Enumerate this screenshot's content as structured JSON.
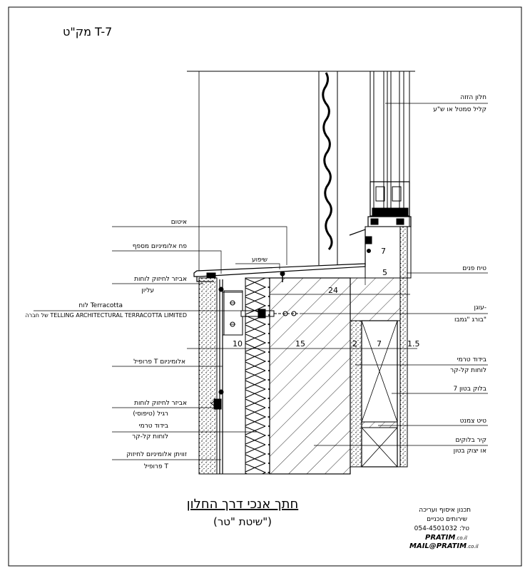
{
  "sheet": {
    "code": "מק\"ט  T-7",
    "title": "חתך אנכי דרך החלון",
    "subtitle": "(שיטת \"טר\")",
    "credit": {
      "line1": "תכנון איסוף ועריכה",
      "line2": "שירותים טכניים",
      "phone": "טל: 054-4501032",
      "brand": "PRATIM",
      "brand_suffix": ".co.il",
      "mail": "MAIL@PRATIM",
      "mail_suffix": ".co.il"
    }
  },
  "labels": {
    "window_frame_1": "חלון הזזה",
    "window_frame_2": "קליל סמטל או ש\"ע",
    "sealant": "איטום",
    "aluminium_sill": "פח אלומיניום מספף",
    "slope": "שיפוע",
    "interior_plaster": "טיח פנים",
    "anchor_1": "אביזר לחיזוק לוחות",
    "anchor_2": "עליון",
    "terracotta_1": "לוח Terracotta",
    "terracotta_2": "של חברה TELLING ARCHITECTURAL TERRACOTTA LIMITED",
    "bolt_1": "עוגן-",
    "bolt_2": "בורג \"גמבו\"",
    "t_profile": "פרופיל T אלומיניום",
    "thermal_1": "בידוד טרמי",
    "thermal_2": "לוחות קל-קר",
    "block": "בלוק בטון 7",
    "mortar": "טיט צמנט",
    "wall_1": "קיר בלוקים",
    "wall_2": "או יצוק בטון",
    "clip_1": "אביזר לחיזוק לוחות",
    "clip_2": "רגיל (טיפוסי)",
    "insul_1": "בידוד טרמי",
    "insul_2": "לוחות קל-קר",
    "rail_1": "זוויתן אלומיניום לחיזוק",
    "rail_2": "פרופיל T"
  },
  "dimensions": {
    "d24": "24",
    "d7a": "7",
    "d5": "5",
    "d10": "10",
    "d15": "15",
    "d2": "2",
    "d7b": "7",
    "d15b": "1.5"
  }
}
